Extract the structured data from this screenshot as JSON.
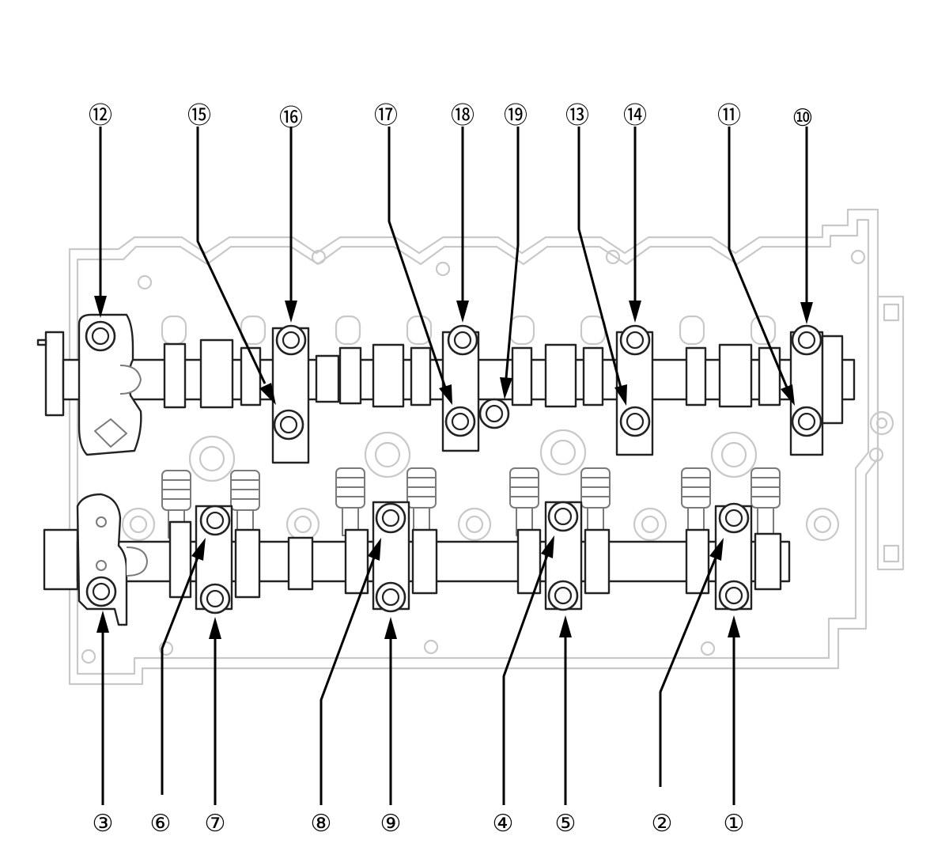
{
  "callouts": [
    {
      "id": "12",
      "label": "⑫"
    },
    {
      "id": "15",
      "label": "⑮"
    },
    {
      "id": "16",
      "label": "⑯"
    },
    {
      "id": "17",
      "label": "⑰"
    },
    {
      "id": "18",
      "label": "⑱"
    },
    {
      "id": "19",
      "label": "⑲"
    },
    {
      "id": "13",
      "label": "⑬"
    },
    {
      "id": "14",
      "label": "⑭"
    },
    {
      "id": "11",
      "label": "⑪"
    },
    {
      "id": "10",
      "label": "⑩"
    },
    {
      "id": "3",
      "label": "③"
    },
    {
      "id": "6",
      "label": "⑥"
    },
    {
      "id": "7",
      "label": "⑦"
    },
    {
      "id": "8",
      "label": "⑧"
    },
    {
      "id": "9",
      "label": "⑨"
    },
    {
      "id": "4",
      "label": "④"
    },
    {
      "id": "5",
      "label": "⑤"
    },
    {
      "id": "2",
      "label": "②"
    },
    {
      "id": "1",
      "label": "①"
    }
  ],
  "colors": {
    "line": "#000000",
    "outline_faint": "#c8c8c8",
    "outline_mid": "#7a7a7a",
    "background": "#ffffff"
  },
  "subject_icon": "camshaft-bearing-cap-bolt-sequence"
}
